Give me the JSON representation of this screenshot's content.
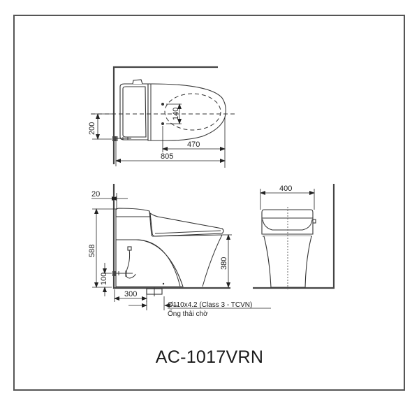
{
  "drawing": {
    "model": "AC-1017VRN",
    "top_view": {
      "dimensions": {
        "offset_width": "200",
        "hole_spacing": "140",
        "hole_to_front": "470",
        "total_length": "805"
      }
    },
    "side_view": {
      "dimensions": {
        "wall_gap": "20",
        "total_height": "588",
        "seat_height": "380",
        "supply_height": "100",
        "outlet_distance": "300"
      },
      "pipe_spec": "Ø110x4.2 (Class 3 - TCVN)",
      "pipe_label": "Ống thải chờ"
    },
    "front_view": {
      "dimensions": {
        "width": "400"
      }
    },
    "colors": {
      "line": "#333333",
      "frame": "#555555",
      "background": "#ffffff"
    }
  }
}
